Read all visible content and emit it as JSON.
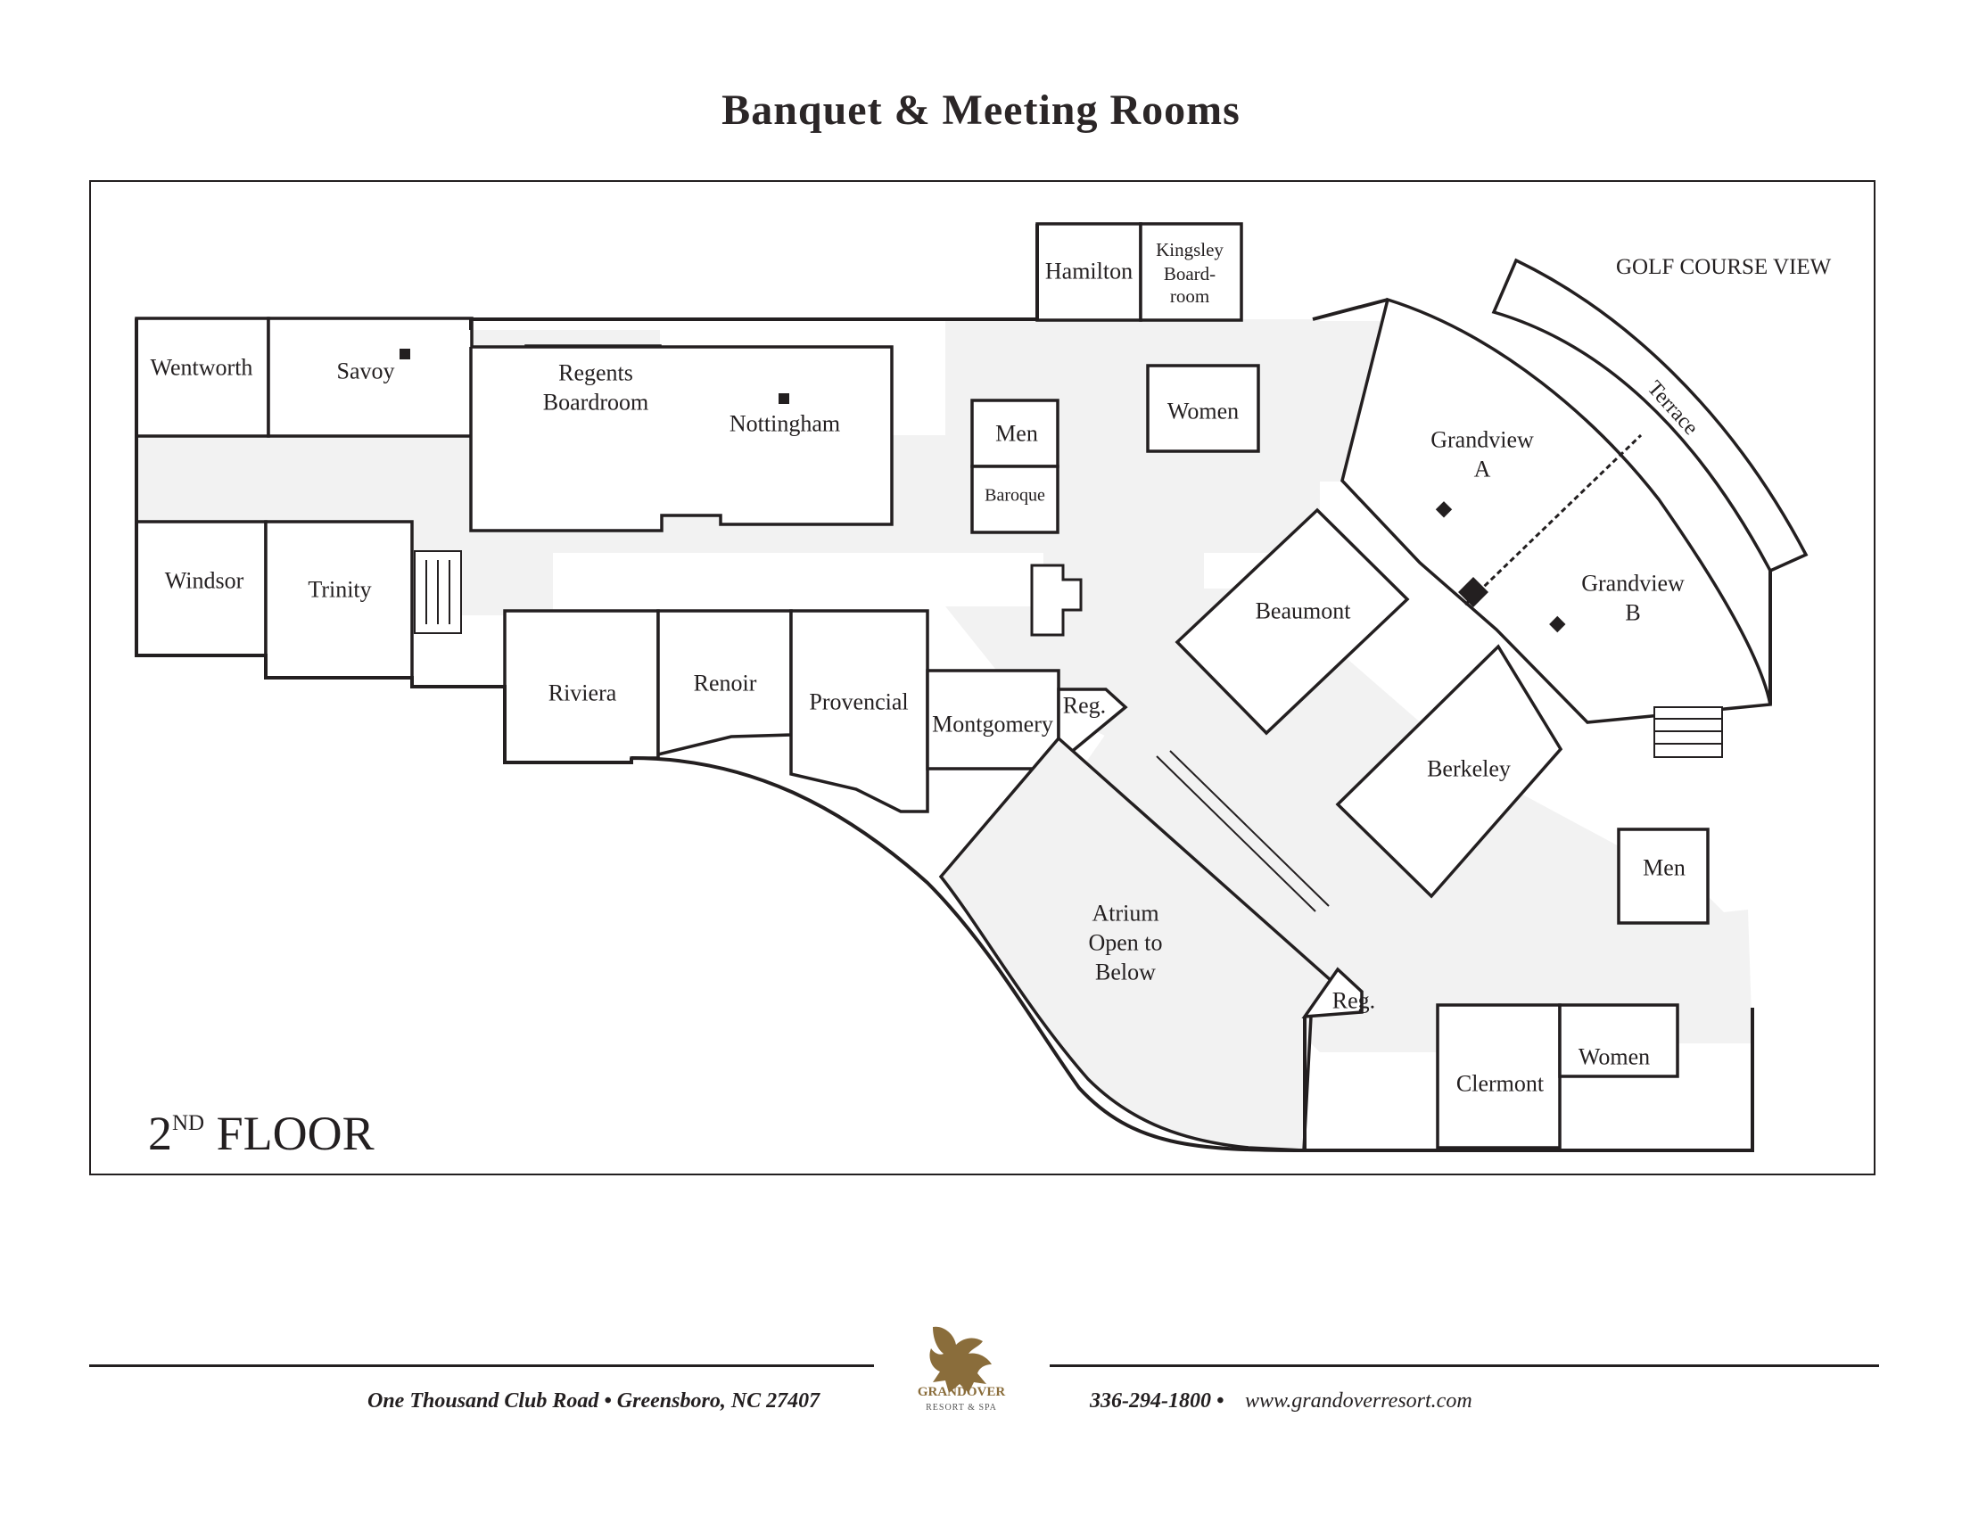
{
  "title": "Banquet & Meeting Rooms",
  "floor": {
    "level": "2",
    "suffix": "ND",
    "word": "FLOOR"
  },
  "golf_view": "GOLF COURSE VIEW",
  "terrace": "Terrace",
  "rooms": {
    "wentworth": "Wentworth",
    "savoy": "Savoy",
    "regents": [
      "Regents",
      "Boardroom"
    ],
    "nottingham": "Nottingham",
    "hamilton": "Hamilton",
    "kingsley": [
      "Kingsley",
      "Board-",
      "room"
    ],
    "men_upper": "Men",
    "baroque": "Baroque",
    "women_upper": "Women",
    "windsor": "Windsor",
    "trinity": "Trinity",
    "riviera": "Riviera",
    "renoir": "Renoir",
    "provencial": "Provencial",
    "montgomery": "Montgomery",
    "reg_upper": "Reg.",
    "beaumont": "Beaumont",
    "grandview_a": [
      "Grandview",
      "A"
    ],
    "grandview_b": [
      "Grandview",
      "B"
    ],
    "berkeley": "Berkeley",
    "atrium": [
      "Atrium",
      "Open to",
      "Below"
    ],
    "reg_lower": "Reg.",
    "men_lower": "Men",
    "clermont": "Clermont",
    "women_lower": "Women"
  },
  "footer": {
    "address": "One Thousand Club Road • Greensboro, NC 27407",
    "phone": "336-294-1800 •",
    "website": "www.grandoverresort.com"
  },
  "logo": {
    "name": "GRANDOVER",
    "sub": "RESORT & SPA",
    "color": "#8a6d3b"
  },
  "colors": {
    "corridor": "#f2f2f2",
    "wall": "#231f20",
    "room": "#ffffff"
  }
}
